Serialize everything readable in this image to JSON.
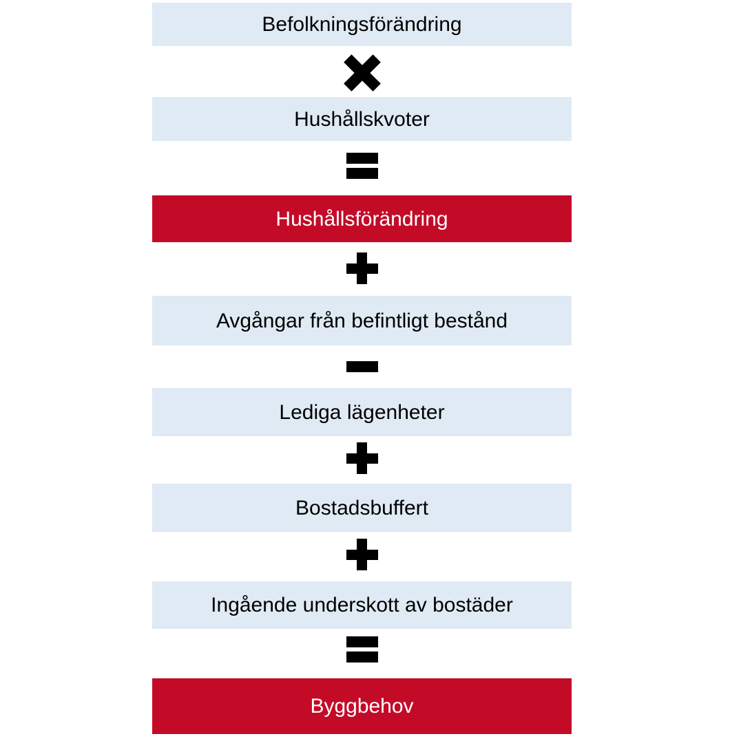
{
  "diagram": {
    "colors": {
      "box_background": "#dfeaf4",
      "box_text": "#000000",
      "highlight_background": "#c30b28",
      "highlight_text": "#ffffff",
      "operator_color": "#000000"
    },
    "boxes": [
      {
        "label": "Befolkningsförändring",
        "variant": "light"
      },
      {
        "label": "Hushållskvoter",
        "variant": "light"
      },
      {
        "label": "Hushållsförändring",
        "variant": "highlight"
      },
      {
        "label": "Avgångar från befintligt bestånd",
        "variant": "light"
      },
      {
        "label": "Lediga lägenheter",
        "variant": "light"
      },
      {
        "label": "Bostadsbuffert",
        "variant": "light"
      },
      {
        "label": "Ingående underskott av bostäder",
        "variant": "light"
      },
      {
        "label": "Byggbehov",
        "variant": "highlight"
      }
    ],
    "operators": [
      {
        "symbol": "×",
        "name": "multiply"
      },
      {
        "symbol": "=",
        "name": "equals"
      },
      {
        "symbol": "+",
        "name": "plus"
      },
      {
        "symbol": "−",
        "name": "minus"
      },
      {
        "symbol": "+",
        "name": "plus"
      },
      {
        "symbol": "+",
        "name": "plus"
      },
      {
        "symbol": "=",
        "name": "equals"
      }
    ]
  }
}
